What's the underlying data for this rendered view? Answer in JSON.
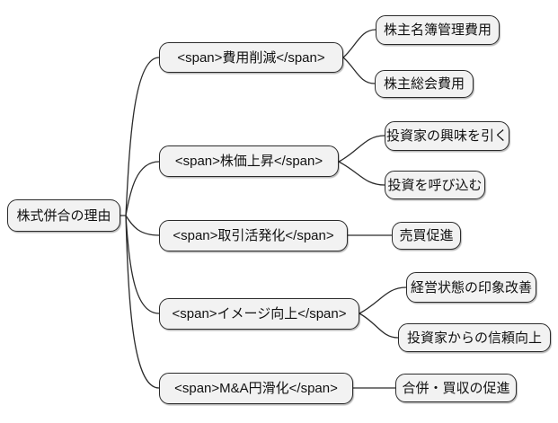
{
  "diagram": {
    "type": "mindmap-tree",
    "direction": "left-to-right",
    "root": {
      "label": "株式併合の理由"
    },
    "branches": [
      {
        "label": "<span>費用削減</span>",
        "children": [
          "株主名簿管理費用",
          "株主総会費用"
        ]
      },
      {
        "label": "<span>株価上昇</span>",
        "children": [
          "投資家の興味を引く",
          "投資を呼び込む"
        ]
      },
      {
        "label": "<span>取引活発化</span>",
        "children": [
          "売買促進"
        ]
      },
      {
        "label": "<span>イメージ向上</span>",
        "children": [
          "経営状態の印象改善",
          "投資家からの信頼向上"
        ]
      },
      {
        "label": "<span>M&A円滑化</span>",
        "children": [
          "合併・買収の促進"
        ]
      }
    ],
    "colors": {
      "node_fill": "#f2f2f2",
      "node_border": "#2b2b2b",
      "edge": "#2b2b2b",
      "text": "#111111",
      "background": "#ffffff"
    }
  }
}
